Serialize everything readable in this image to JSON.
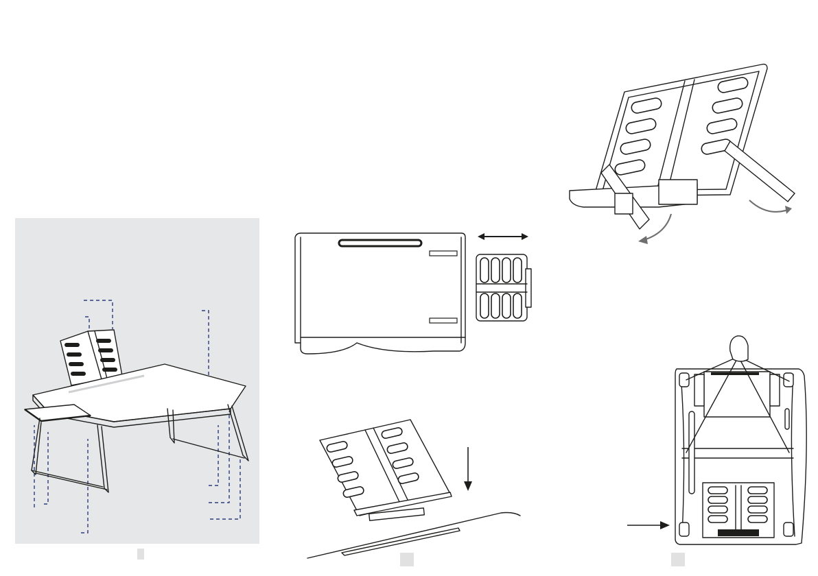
{
  "figure": {
    "panels": [
      {
        "id": "panel-1",
        "description_icon": "lap-desk-with-book-stand-and-drawer"
      },
      {
        "id": "panel-2",
        "description_icon": "desk-top-view-with-sliding-stand"
      },
      {
        "id": "panel-3",
        "description_icon": "book-stand-inserting-into-slot"
      },
      {
        "id": "panel-4",
        "description_icon": "book-stand-folding-legs"
      },
      {
        "id": "panel-5",
        "description_icon": "desk-underside-with-handle"
      }
    ],
    "page_markers": [
      "",
      "",
      ""
    ],
    "colors": {
      "line": "#1d1d1b",
      "panel_bg": "#e6e7e8",
      "dimension_lines": "#2b3a7e",
      "motion_arrow": "#6f6f6f",
      "marker": "#e1e1e1"
    }
  }
}
